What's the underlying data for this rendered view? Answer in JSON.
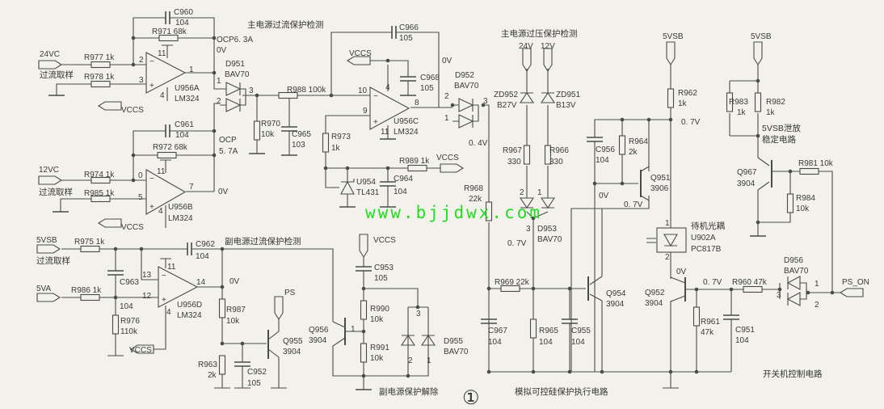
{
  "blocks": {
    "main_ocp": {
      "title": "主电源过流保护检测",
      "c960": "C960",
      "c960_val": "104",
      "r971": "R971  68k",
      "ocp63": "OCP6. 3A",
      "v0a": "0V",
      "in24": "24VC",
      "sample1": "过流取样",
      "r977": "R977  1k",
      "r978": "R978  1k",
      "u956a": "U956A",
      "lm324a": "LM324",
      "vccs1": "VCCS",
      "d951": "D951",
      "d951_val": "BAV70",
      "c961": "C961",
      "c961_val": "104",
      "r972": "R972  68k",
      "ocp57": "OCP",
      "ocp57_val": "5. 7A",
      "in12": "12VC",
      "sample2": "过流取样",
      "r974": "R974  1k",
      "r985": "R985  1k",
      "u956b": "U956B",
      "lm324b": "LM324",
      "v0b": "0V",
      "vccs2": "VCCS",
      "r970": "R970",
      "r970_val": "10k",
      "c965": "C965",
      "c965_val": "103",
      "r988": "R988  100k",
      "c966": "C966",
      "c966_val": "105",
      "vccs3": "VCCS",
      "c968": "C968",
      "c968_val": "105",
      "u956c": "U956C",
      "lm324c": "LM324",
      "v0c": "0V",
      "d952": "D952",
      "d952_val": "BAV70",
      "v04": "0. 4V",
      "r973": "R973",
      "r973_val": "1k",
      "r989": "R989  1k",
      "vccs4": "VCCS",
      "u954": "U954",
      "u954_val": "TL431",
      "c964": "C964",
      "c964_val": "104"
    },
    "main_ovp": {
      "title": "主电源过压保护检测",
      "in24": "24V",
      "in12": "12V",
      "zd952": "ZD952",
      "zd952_val": "B27V",
      "zd951": "ZD951",
      "zd951_val": "B13V",
      "r967": "R967",
      "r967_val": "330",
      "r966": "R966",
      "r966_val": "330",
      "r968": "R968",
      "r968_val": "22k",
      "d953": "D953",
      "d953_val": "BAV70",
      "v07": "0. 7V"
    },
    "scr": {
      "title": "模拟可控硅保护执行电路",
      "vsb": "5VSB",
      "r962": "R962",
      "r962_val": "1k",
      "v07a": "0. 7V",
      "c956": "C956",
      "c956_val": "104",
      "r964": "R964",
      "r964_val": "2k",
      "q951": "Q951",
      "q951_val": "3906",
      "v0": "0V",
      "v07b": "0. 7V",
      "r969": "R969  22k",
      "c967": "C967",
      "c967_val": "104",
      "r965": "R965",
      "r965_val": "104",
      "c955": "C955",
      "c955_val": "104",
      "q954": "Q954",
      "q954_val": "3904"
    },
    "vsb_bleed": {
      "title_1": "5VSB泄放",
      "title_2": "稳定电路",
      "vsb": "5VSB",
      "r983": "R983",
      "r983_val": "1k",
      "r982": "R982",
      "r982_val": "1k",
      "q967": "Q967",
      "q967_val": "3904",
      "r981": "R981  10k",
      "r984": "R984",
      "r984_val": "10k"
    },
    "onoff": {
      "title": "开关机控制电路",
      "opto_title": "待机光耦",
      "u902a": "U902A",
      "pc817b": "PC817B",
      "v0": "0V",
      "q952": "Q952",
      "q952_val": "3904",
      "v07": "0. 7V",
      "r960": "R960  47k",
      "r961": "R961",
      "r961_val": "47k",
      "c951": "C951",
      "c951_val": "104",
      "d956": "D956",
      "d956_val": "BAV70",
      "ps_on": "PS_ON"
    },
    "aux_ocp": {
      "title": "副电源过流保护检测",
      "in5vsb": "5VSB",
      "sample": "过流取样",
      "r975": "R975  1k",
      "c962": "C962",
      "c962_val": "104",
      "in5va": "5VA",
      "r986": "R986  1k",
      "c963": "C963",
      "c963_val": "104",
      "r976": "R976",
      "r976_val": "110k",
      "u956d": "U956D",
      "lm324d": "LM324",
      "v0": "0V",
      "r987": "R987",
      "r987_val": "10k",
      "vccs": "VCCS",
      "ps": "PS",
      "q955": "Q955",
      "q955_val": "3904",
      "r963": "R963",
      "r963_val": "2k",
      "c952": "C952",
      "c952_val": "105"
    },
    "aux_release": {
      "title": "副电源保护解除",
      "vccs": "VCCS",
      "c953": "C953",
      "c953_val": "105",
      "r990": "R990",
      "r990_val": "10k",
      "r991": "R991",
      "r991_val": "10k",
      "q956": "Q956",
      "q956_val": "3904",
      "d955": "D955",
      "d955_val": "BAV70"
    }
  },
  "pins": {
    "p1": "1",
    "p2": "2",
    "p3": "3",
    "p4": "4",
    "p5": "5",
    "p7": "7",
    "p8": "8",
    "p9": "9",
    "p10": "10",
    "p11": "11",
    "p12": "12",
    "p13": "13",
    "p14": "14",
    "p0": "0"
  },
  "watermark": "www.bjjdwx.com",
  "figure_number": "①",
  "colors": {
    "paper": "#f3f1ec",
    "ink": "#3a3a3a",
    "watermark": "#22dd22"
  }
}
